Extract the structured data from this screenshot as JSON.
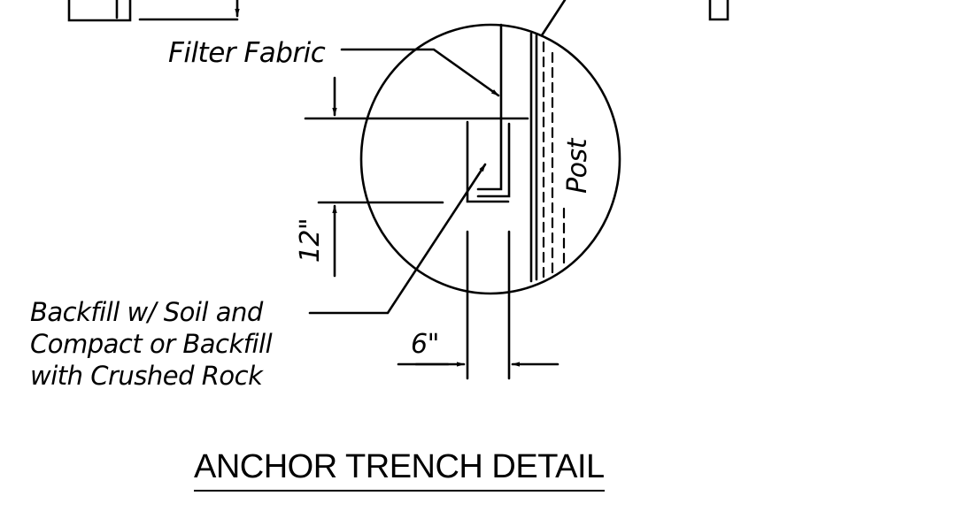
{
  "labels": {
    "filter_fabric": "Filter Fabric",
    "post": "Post",
    "dim_depth": "12\"",
    "dim_width": "6\"",
    "backfill": [
      "Backfill w/ Soil and",
      "Compact or Backfill",
      "with Crushed Rock"
    ]
  },
  "title": "ANCHOR TRENCH DETAIL",
  "colors": {
    "ink": "#000000",
    "paper": "#ffffff"
  }
}
